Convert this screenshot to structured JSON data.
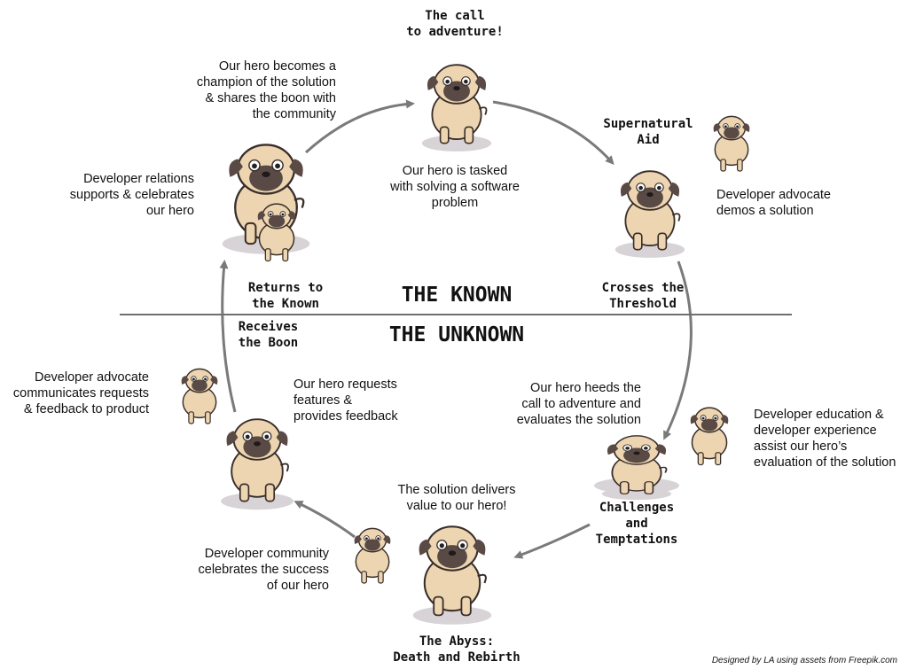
{
  "divider": {
    "known": "THE KNOWN",
    "unknown": "THE UNKNOWN"
  },
  "stages": {
    "call": "The call\nto adventure!",
    "aid": "Supernatural\nAid",
    "threshold": "Crosses the\nThreshold",
    "challenges": "Challenges\nand\nTemptations",
    "abyss": "The Abyss:\nDeath and Rebirth",
    "boon": "Receives\nthe Boon",
    "returns": "Returns to\nthe Known"
  },
  "captions": {
    "tasked": "Our hero is tasked\nwith solving a software\nproblem",
    "demos": "Developer advocate\ndemos a solution",
    "heeds": "Our hero heeds the\ncall to adventure and\nevaluates the solution",
    "education": "Developer education &\ndeveloper experience\nassist our hero’s\nevaluation of the solution",
    "delivers": "The solution delivers\nvalue to our hero!",
    "community": "Developer community\ncelebrates the success\nof our hero",
    "requests": "Our hero requests\nfeatures &\nprovides feedback",
    "communicates": "Developer advocate\ncommunicates requests\n& feedback to product",
    "devrel": "Developer relations\nsupports & celebrates\nour hero",
    "champion": "Our hero becomes a\nchampion of the solution\n& shares the boon with\nthe community"
  },
  "credit": "Designed by LA using assets from Freepik.com",
  "colors": {
    "fur": "#ecd5b0",
    "mask": "#5a4a45",
    "outline": "#3a2e2a",
    "arrow": "#7a7a7a",
    "shadow": "#d8d3d6",
    "tongue": "#d9557a"
  }
}
